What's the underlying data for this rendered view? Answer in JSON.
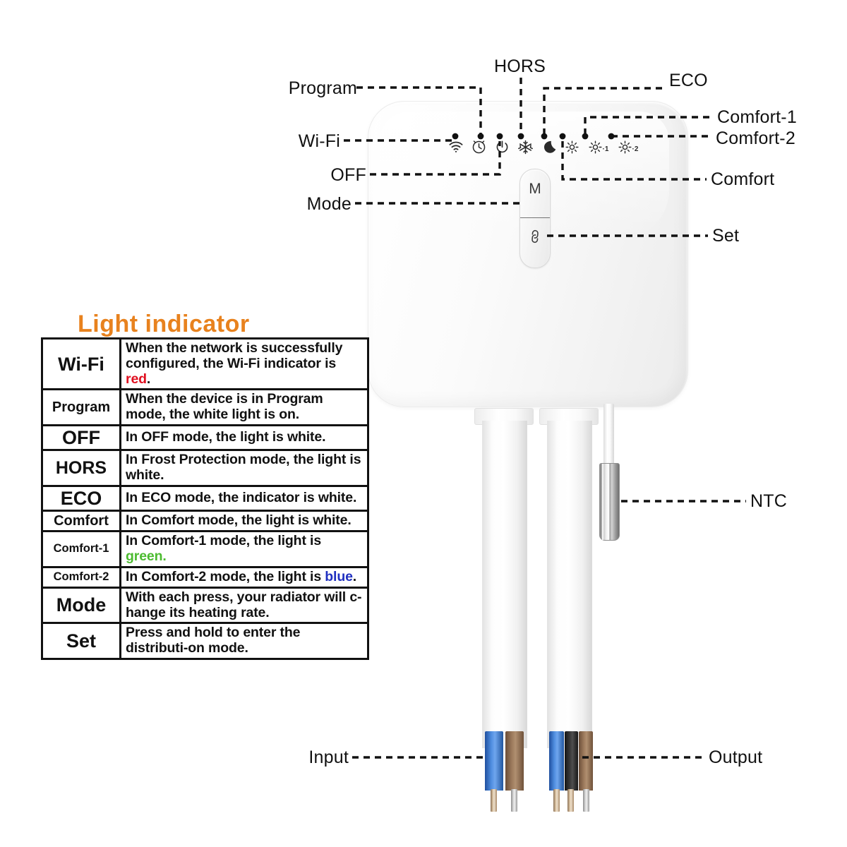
{
  "diagram": {
    "title_of_table": "Light indicator",
    "callouts": {
      "program": "Program",
      "wifi": "Wi-Fi",
      "off": "OFF",
      "mode": "Mode",
      "hors": "HORS",
      "eco": "ECO",
      "comfort_1": "Comfort-1",
      "comfort_2": "Comfort-2",
      "comfort": "Comfort",
      "set": "Set",
      "ntc": "NTC",
      "input": "Input",
      "output": "Output"
    },
    "device": {
      "mode_button_label": "M",
      "set_button_icon": "link-icon",
      "indicator_icons": [
        {
          "name": "wifi-icon",
          "label": "Wi-Fi"
        },
        {
          "name": "clock-icon",
          "label": "Program"
        },
        {
          "name": "power-icon",
          "label": "OFF"
        },
        {
          "name": "snowflake-icon",
          "label": "HORS"
        },
        {
          "name": "moon-icon",
          "label": "ECO"
        },
        {
          "name": "sun-icon",
          "label": "Comfort"
        },
        {
          "name": "sun-1-icon",
          "label": "Comfort-1",
          "suffix": "·1"
        },
        {
          "name": "sun-2-icon",
          "label": "Comfort-2",
          "suffix": "·2"
        }
      ]
    },
    "wiring": {
      "input_wires": [
        "blue",
        "brown"
      ],
      "output_wires": [
        "blue",
        "black",
        "brown"
      ]
    }
  },
  "colors": {
    "title": "#e8821e",
    "red": "#e01020",
    "green": "#4cbb30",
    "blue": "#2030c0",
    "line": "#111111",
    "wire_blue": "#2f6fd0",
    "wire_brown": "#8a6648",
    "wire_black": "#262626"
  },
  "table": {
    "rows": [
      {
        "key": "Wi-Fi",
        "key_size": "k-xl",
        "parts": [
          {
            "t": "When the network is successfully configured, the Wi-Fi indicator is ",
            "c": ""
          },
          {
            "t": "red",
            "c": "c-red"
          },
          {
            "t": ".",
            "c": ""
          }
        ]
      },
      {
        "key": "Program",
        "key_size": "k-md",
        "parts": [
          {
            "t": "When the device is in Program mode, the white light is on.",
            "c": ""
          }
        ]
      },
      {
        "key": "OFF",
        "key_size": "k-xl",
        "parts": [
          {
            "t": "In OFF mode, the light is white.",
            "c": ""
          }
        ]
      },
      {
        "key": "HORS",
        "key_size": "k-lg",
        "parts": [
          {
            "t": "In Frost Protection mode, the light is white.",
            "c": ""
          }
        ]
      },
      {
        "key": "ECO",
        "key_size": "k-xl",
        "parts": [
          {
            "t": "In ECO mode, the indicator is white.",
            "c": ""
          }
        ]
      },
      {
        "key": "Comfort",
        "key_size": "k-md",
        "parts": [
          {
            "t": "In Comfort mode, the light is white.",
            "c": ""
          }
        ]
      },
      {
        "key": "Comfort-1",
        "key_size": "k-sm",
        "parts": [
          {
            "t": "In Comfort-1 mode, the light is ",
            "c": ""
          },
          {
            "t": "green.",
            "c": "c-green"
          }
        ]
      },
      {
        "key": "Comfort-2",
        "key_size": "k-sm",
        "parts": [
          {
            "t": "In Comfort-2 mode, the light is ",
            "c": ""
          },
          {
            "t": "blue",
            "c": "c-blue"
          },
          {
            "t": ".",
            "c": ""
          }
        ]
      },
      {
        "key": "Mode",
        "key_size": "k-xl",
        "parts": [
          {
            "t": "With each press, your radiator will c-hange its heating rate.",
            "c": ""
          }
        ]
      },
      {
        "key": "Set",
        "key_size": "k-xl",
        "parts": [
          {
            "t": "Press and hold to enter the distributi-on mode.",
            "c": ""
          }
        ]
      }
    ]
  }
}
